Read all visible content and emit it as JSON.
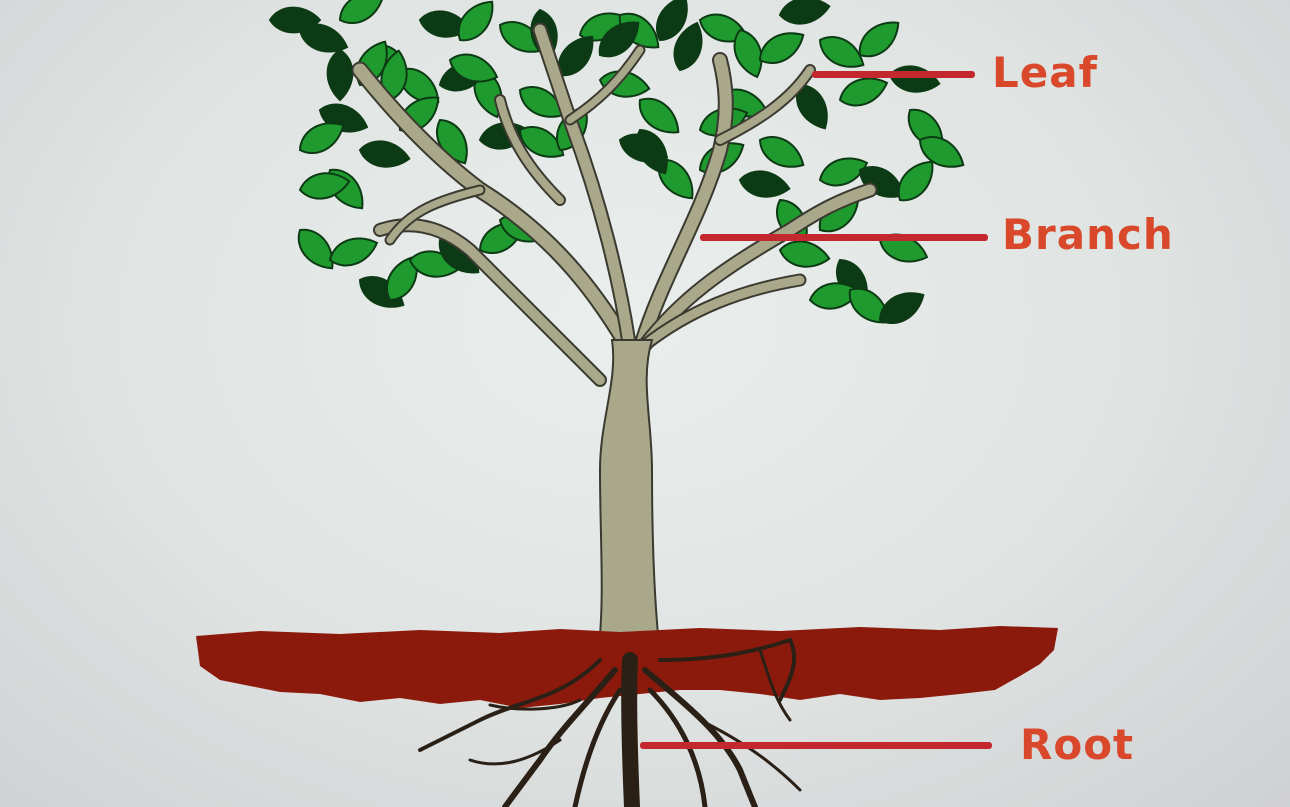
{
  "labels": {
    "leaf": "Leaf",
    "branch": "Branch",
    "root": "Root"
  },
  "colors": {
    "label_text": "#d9482a",
    "pointer_line": "#c2282d",
    "leaf_fill": "#1f9a2e",
    "leaf_dark": "#0c3a14",
    "trunk": "#a9a88a",
    "trunk_outline": "#3b3a30",
    "soil": "#8c1a0c",
    "root": "#2a2016",
    "background": "#e3e6e5"
  },
  "icons": [
    "tree-illustration",
    "leaf-icon",
    "root-icon"
  ]
}
